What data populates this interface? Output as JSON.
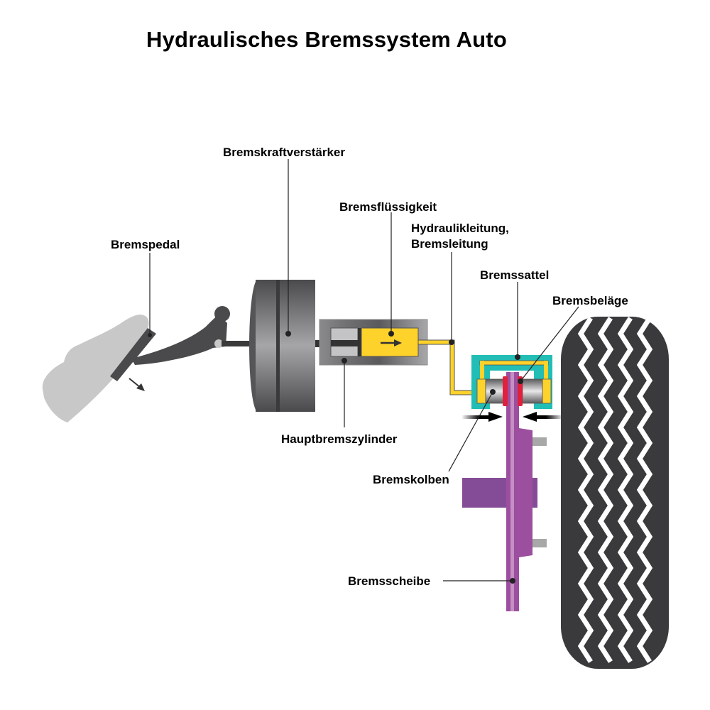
{
  "title": "Hydraulisches Bremssystem Auto",
  "labels": {
    "bremspedal": "Bremspedal",
    "bremskraftverstaerker": "Bremskraftverstärker",
    "bremsfluessigkeit": "Bremsflüssigkeit",
    "hydraulikleitung_line1": "Hydraulikleitung,",
    "hydraulikleitung_line2": "Bremsleitung",
    "bremssattel": "Bremssattel",
    "bremsbelaege": "Bremsbeläge",
    "hauptbremszylinder": "Hauptbremszylinder",
    "bremskolben": "Bremskolben",
    "bremsscheibe": "Bremsscheibe"
  },
  "colors": {
    "fluid": "#fdd22a",
    "caliper": "#22bdb5",
    "disc": "#9c4f9e",
    "pads": "#e0203c",
    "tire": "#3a3a3c",
    "shoe": "#c8c8c8"
  }
}
